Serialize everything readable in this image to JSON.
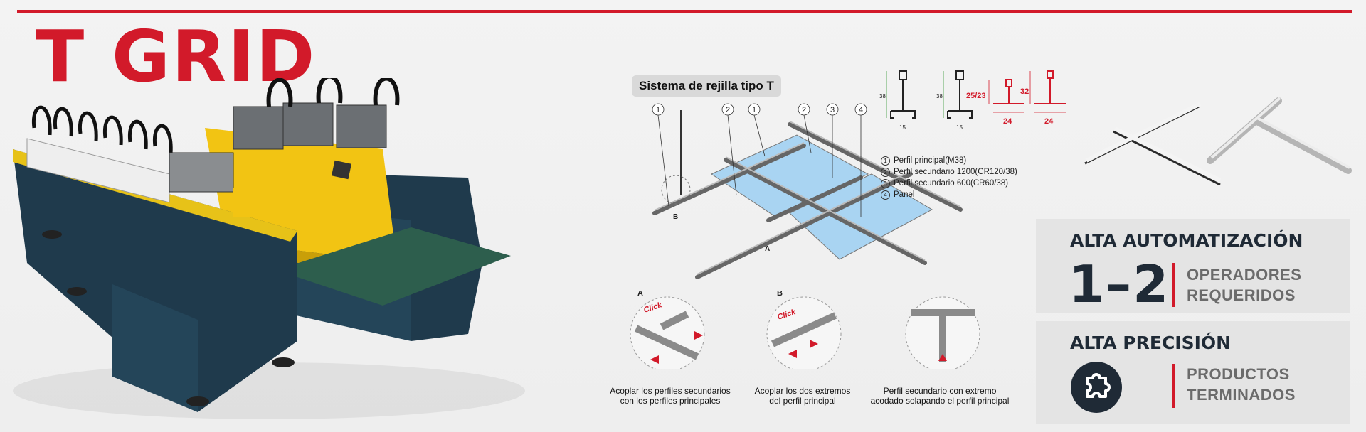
{
  "title": "T GRID",
  "diagram": {
    "title": "Sistema de rejilla tipo T",
    "callouts": [
      "1",
      "2",
      "1",
      "2",
      "3",
      "4"
    ],
    "points": [
      "B",
      "A"
    ],
    "legend": [
      {
        "num": "1",
        "text": "Perfil principal(M38)"
      },
      {
        "num": "2",
        "text": "Perfil secundario 1200(CR120/38)"
      },
      {
        "num": "3",
        "text": "Perfil secundario 600(CR60/38)"
      },
      {
        "num": "4",
        "text": "Panel"
      }
    ]
  },
  "profiles": {
    "dims": [
      "38",
      "15",
      "38",
      "15",
      "25/23",
      "24",
      "32",
      "24"
    ]
  },
  "details": [
    {
      "label": "A",
      "click": "Click",
      "caption_1": "Acoplar los perfiles secundarios",
      "caption_2": "con los perfiles principales"
    },
    {
      "label": "B",
      "click": "Click",
      "caption_1": "Acoplar los dos extremos",
      "caption_2": "del perfil principal"
    },
    {
      "label": "",
      "click": "",
      "caption_1": "Perfil secundario con extremo",
      "caption_2": "acodado solapando el perfil principal"
    }
  ],
  "cards": {
    "automation": {
      "heading": "ALTA AUTOMATIZACIÓN",
      "number": "1–2",
      "line1": "OPERADORES",
      "line2": "REQUERIDOS"
    },
    "precision": {
      "heading": "ALTA PRECISIÓN",
      "icon": "puzzle-icon",
      "line1": "PRODUCTOS",
      "line2": "TERMINADOS"
    }
  },
  "colors": {
    "accent": "#d21a2a",
    "navy": "#1f2a36",
    "machine_body": "#1f3a4c",
    "machine_yellow": "#f2c413",
    "panel_blue": "#a9d4f2"
  }
}
